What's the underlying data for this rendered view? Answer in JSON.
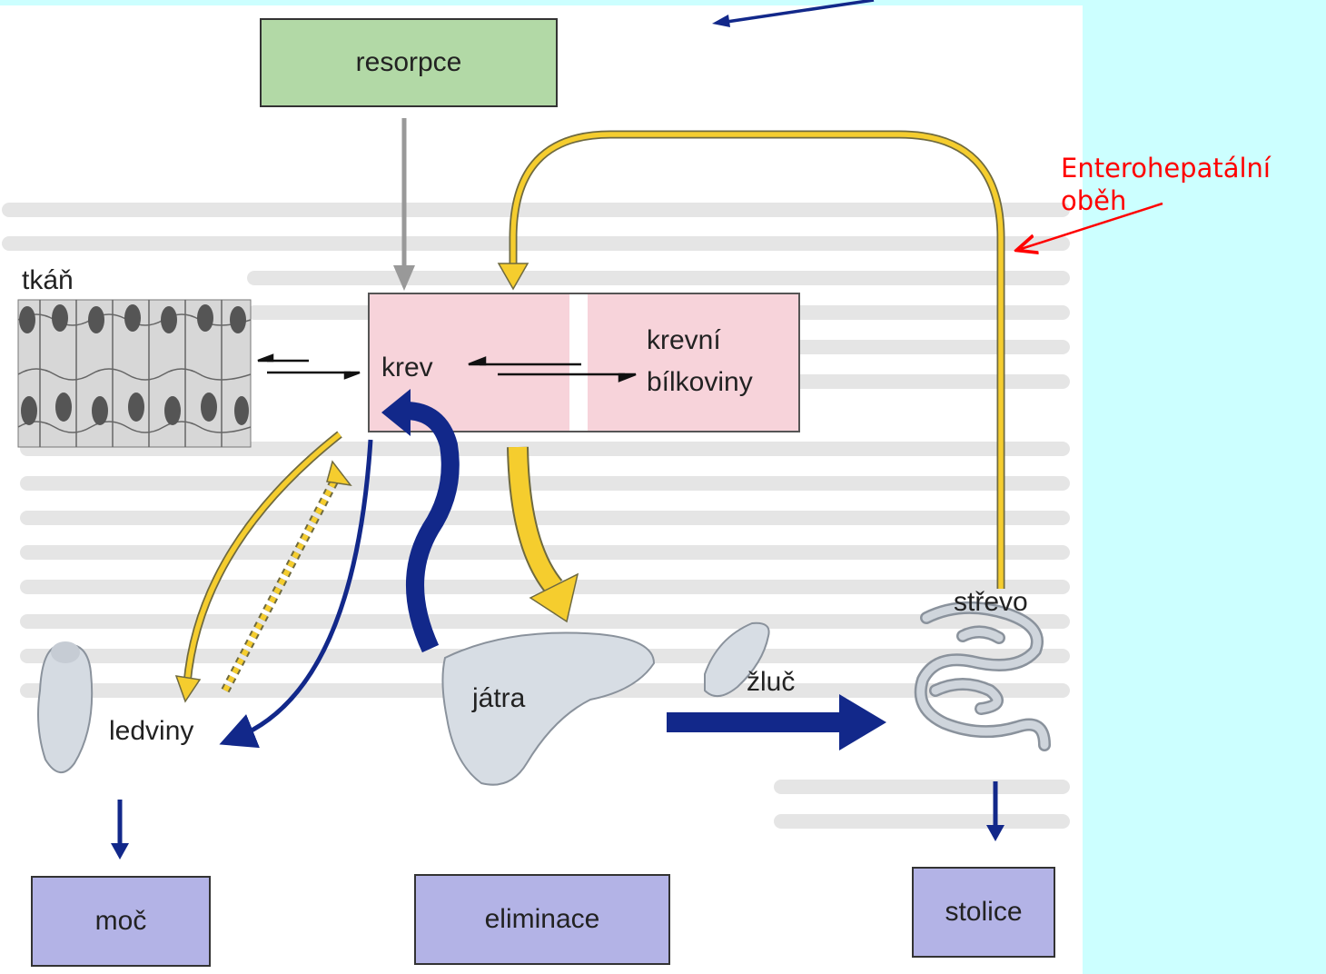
{
  "boxes": {
    "resorpce": "resorpce",
    "moc": "moč",
    "eliminace": "eliminace",
    "stolice": "stolice"
  },
  "labels": {
    "tkan": "tkáň",
    "krev": "krev",
    "krevni": "krevní",
    "bilkoviny": "bílkoviny",
    "strevo": "střevo",
    "ledviny": "ledviny",
    "jatra": "játra",
    "zluc": "žluč"
  },
  "annotation": {
    "line1": "Enterohepatální",
    "line2": "oběh"
  },
  "colors": {
    "background": "#ccffff",
    "resorpce_box": "#b2d9a6",
    "output_boxes": "#b3b3e6",
    "blood_box": "#f7d3da",
    "yellow_arrow": "#f5cd2e",
    "blue_arrow": "#12288a",
    "annotation": "#ff0000"
  }
}
